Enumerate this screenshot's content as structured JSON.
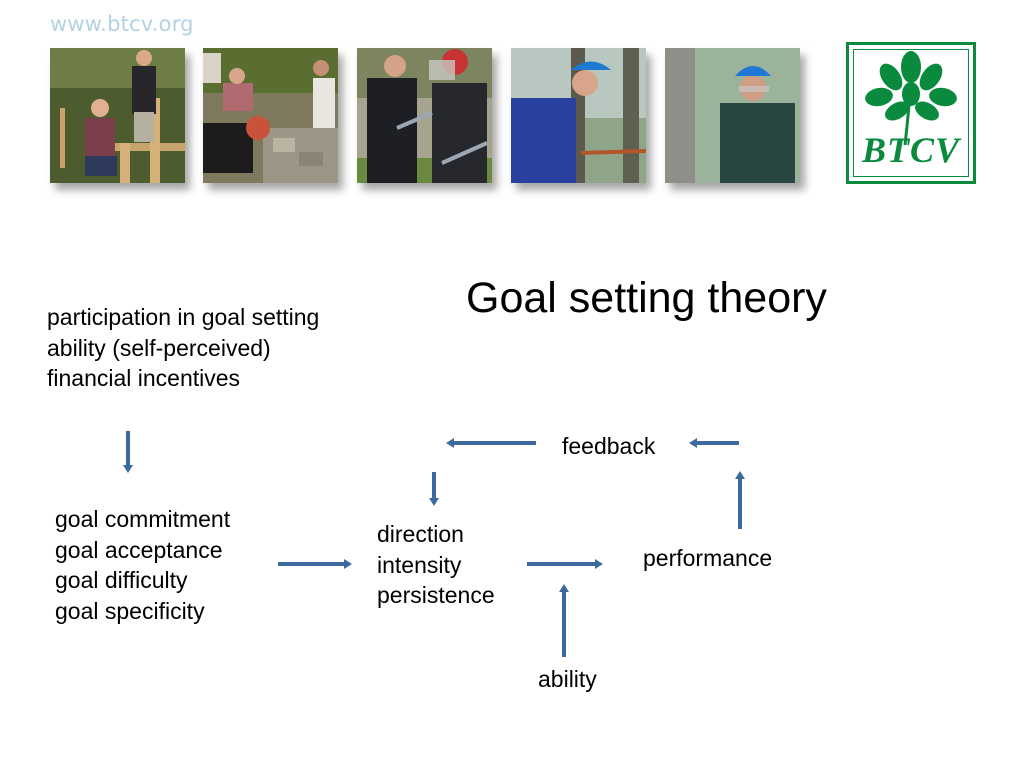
{
  "header": {
    "url": "www.btcv.org",
    "logo_text": "BTCV",
    "photos": [
      {
        "name": "volunteers-building-fence-photo"
      },
      {
        "name": "volunteers-dry-stone-walling-photo"
      },
      {
        "name": "volunteers-with-safety-visors-photo"
      },
      {
        "name": "worker-in-blue-hard-hat-photo"
      },
      {
        "name": "worker-with-hard-hat-by-tree-photo"
      }
    ],
    "colors": {
      "logo_green": "#0a8a3c",
      "url_color": "#b3d3e2"
    }
  },
  "diagram": {
    "title": "Goal setting theory",
    "antecedents": [
      "participation in goal setting",
      "ability (self-perceived)",
      "financial incentives"
    ],
    "goal_attributes": [
      "goal commitment",
      "goal acceptance",
      "goal difficulty",
      "goal specificity"
    ],
    "mechanisms": [
      "direction",
      "intensity",
      "persistence"
    ],
    "performance": "performance",
    "feedback": "feedback",
    "ability": "ability",
    "arrow_color": "#3d6a9c"
  }
}
